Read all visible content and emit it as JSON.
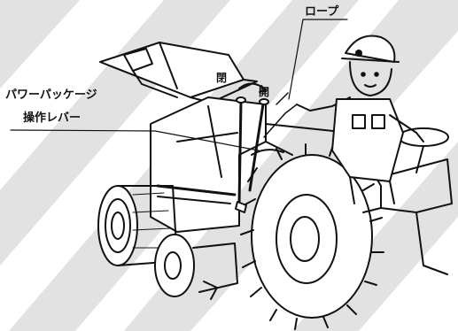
{
  "labels": {
    "rope": "ロープ",
    "lever_line1": "パワーパッケージ",
    "lever_line2": "操作レバー",
    "close": "閉",
    "open": "開"
  },
  "colors": {
    "line": "#111111",
    "stripe": "#e2e2e2",
    "background": "#ffffff"
  }
}
